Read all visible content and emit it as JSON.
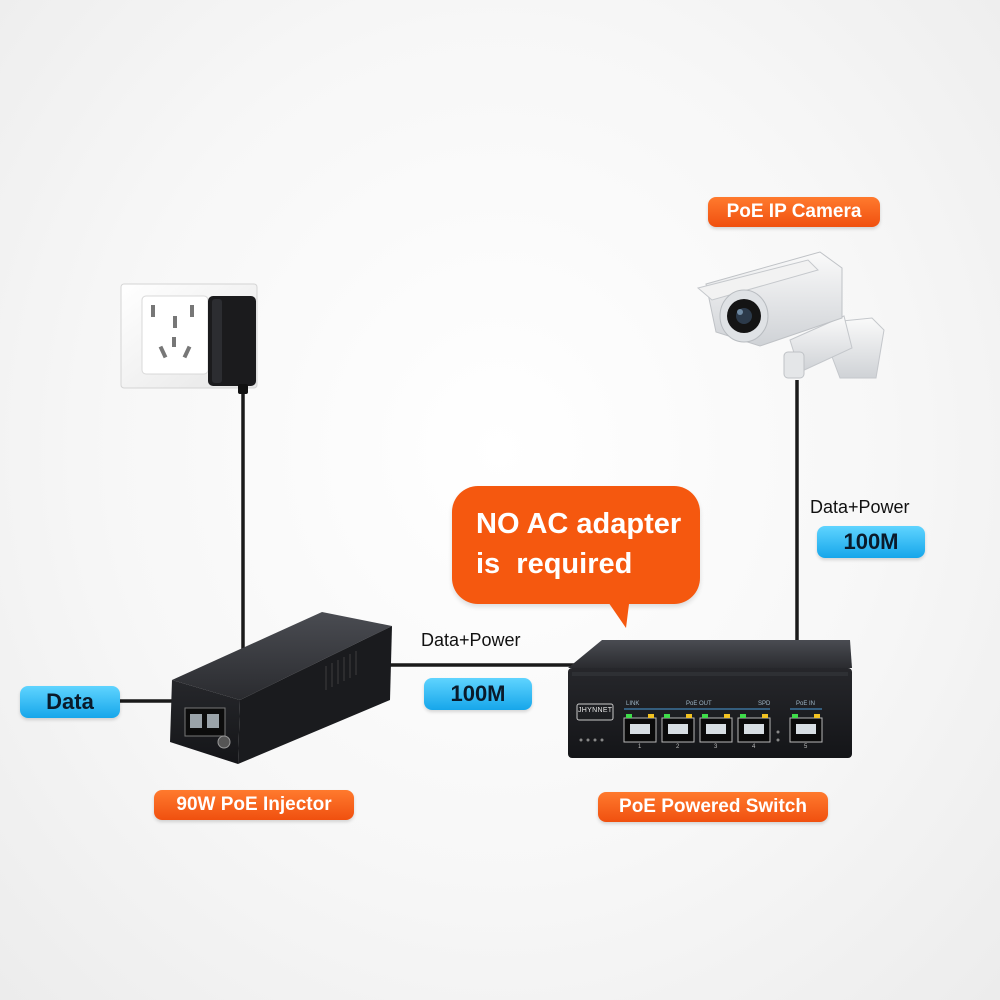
{
  "bubble": {
    "line1": "NO AC adapter",
    "line2": "is  required"
  },
  "labels": {
    "camera": "PoE IP Camera",
    "injector": "90W PoE Injector",
    "switch": "PoE Powered Switch",
    "data_in": "Data",
    "link_middle_caption": "Data+Power",
    "link_middle_speed": "100M",
    "link_camera_caption": "Data+Power",
    "link_camera_speed": "100M"
  },
  "switch_panel": {
    "brand": "JHYNNET",
    "group_link": "LINK",
    "group_poe_out": "PoE OUT",
    "group_spd": "SPD",
    "group_poe_in": "PoE IN",
    "port_numbers": [
      "1",
      "2",
      "3",
      "4",
      "5"
    ]
  },
  "colors": {
    "orange": "#f5580f",
    "blue": "#16a6ea",
    "cable": "#1a1a1a",
    "device": "#1e1f22"
  }
}
